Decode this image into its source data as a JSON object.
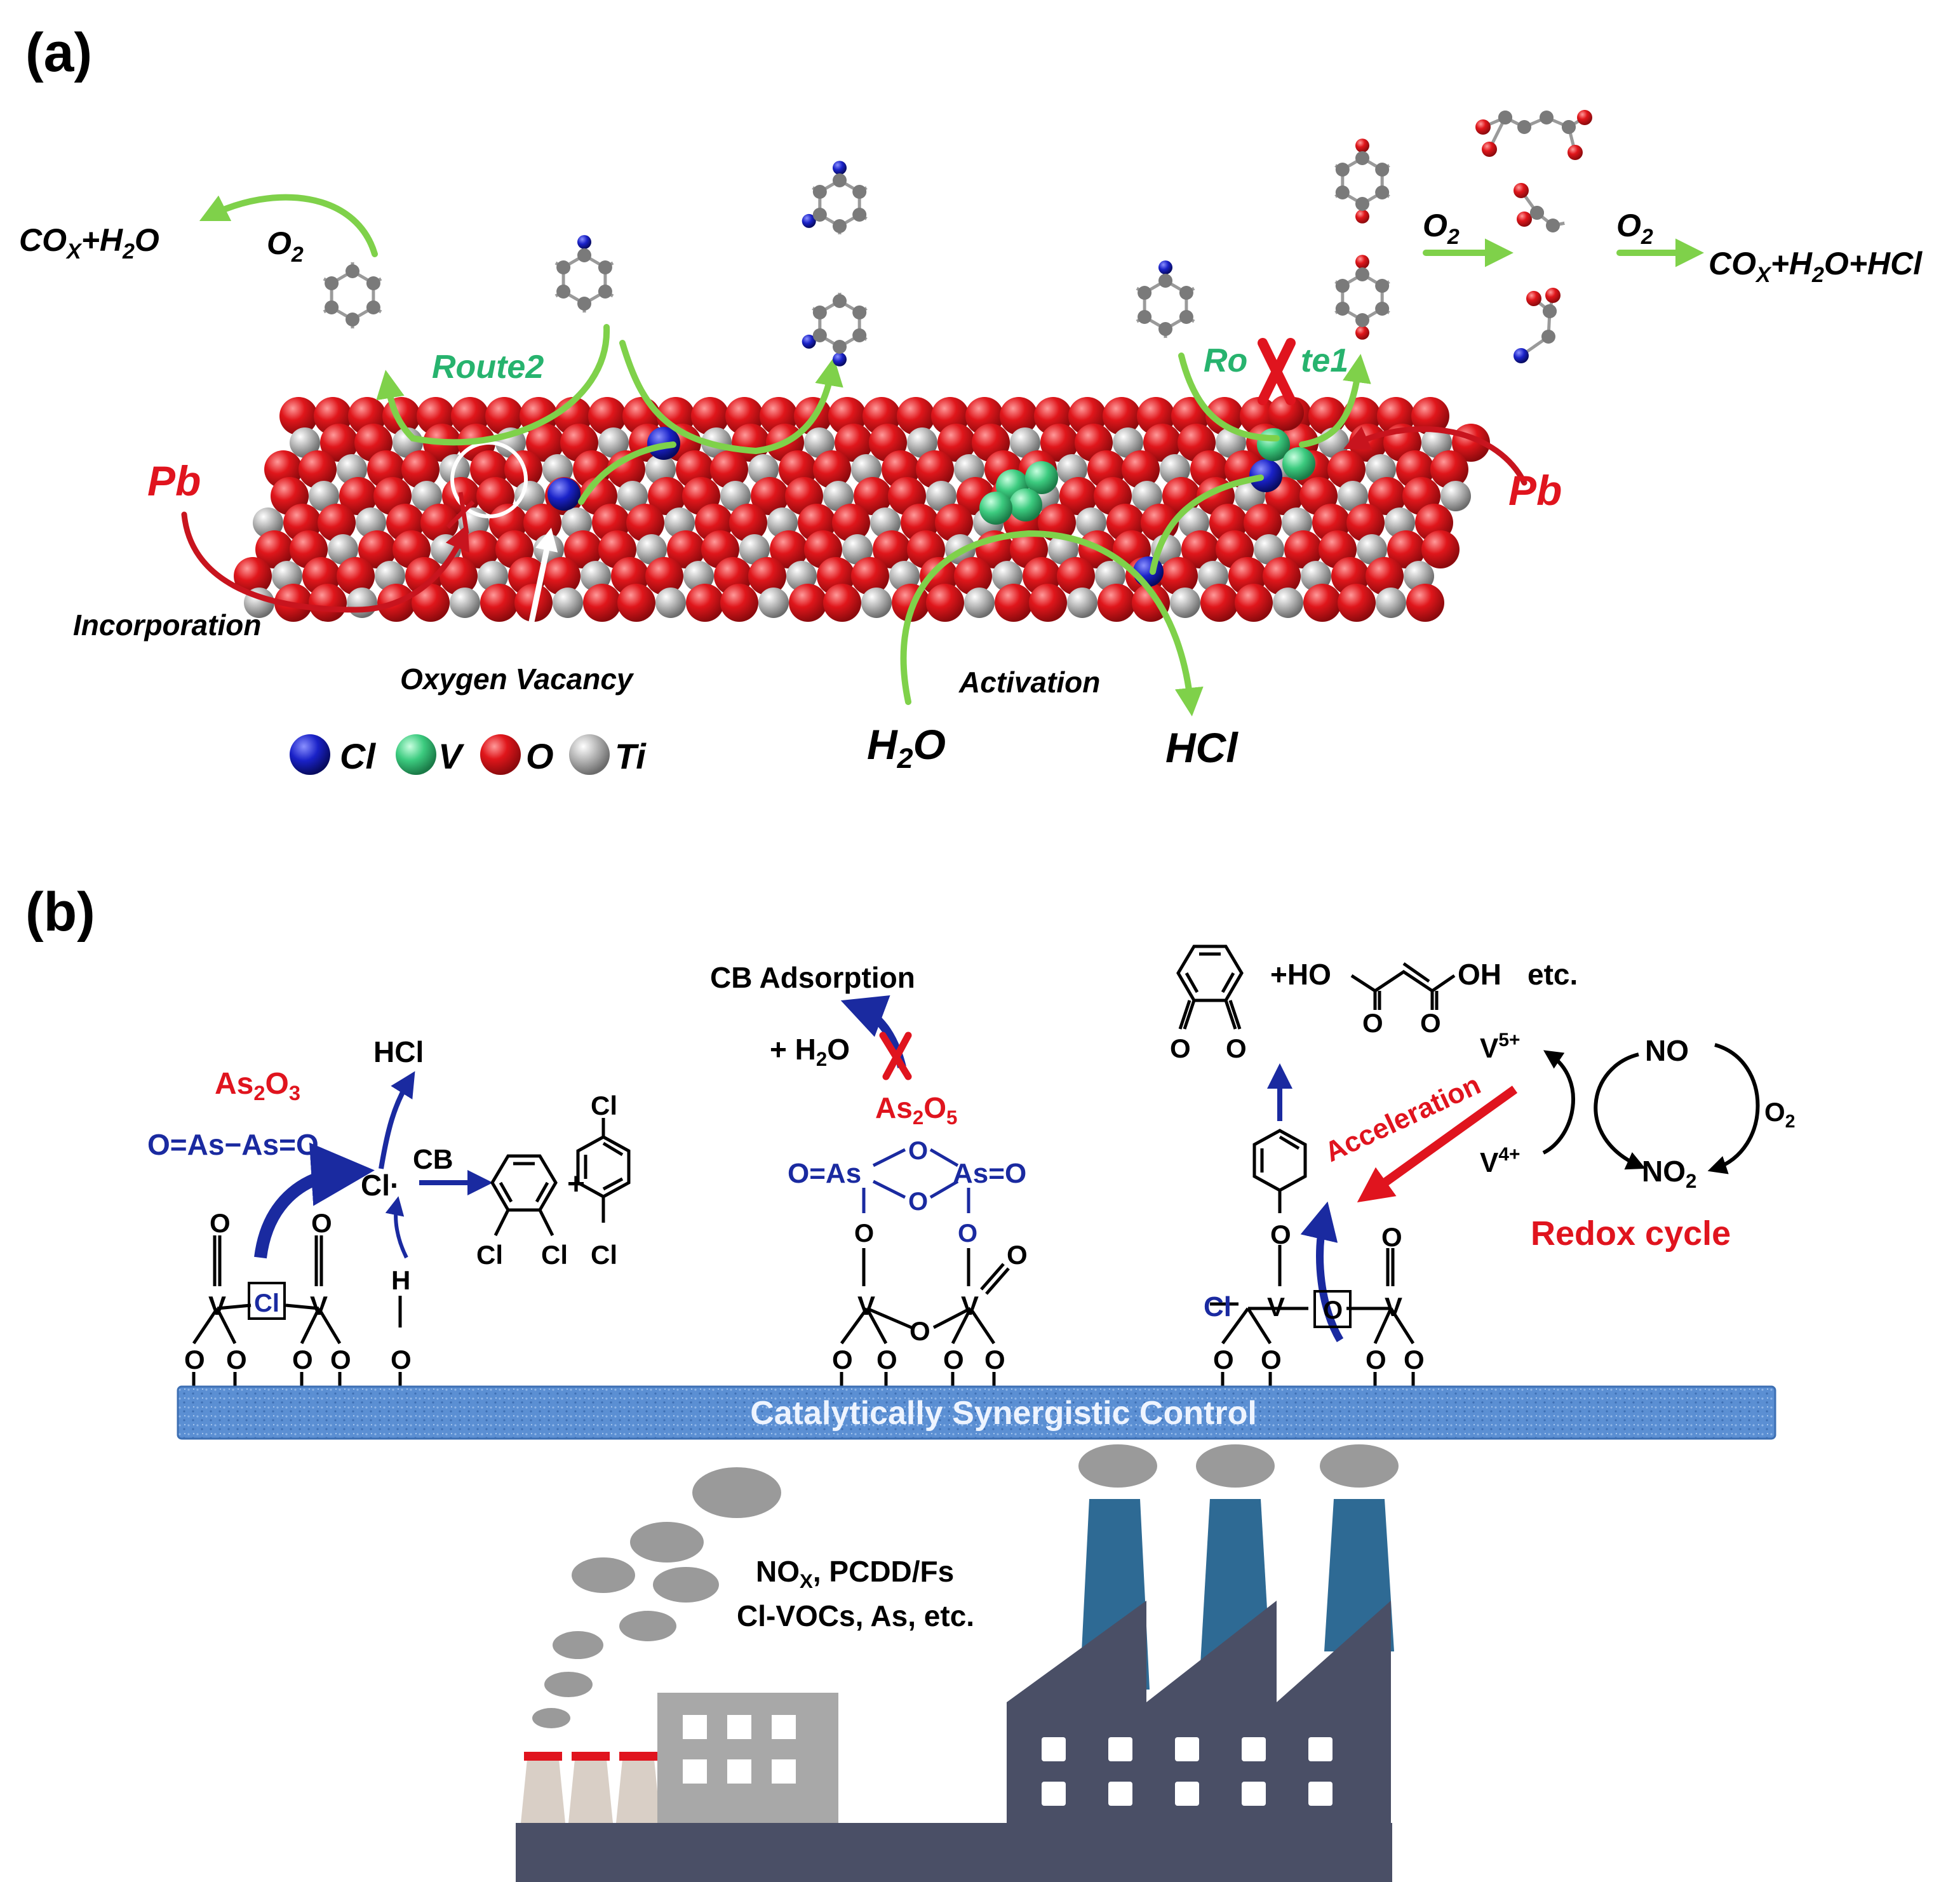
{
  "colors": {
    "oxygen": "#e0161b",
    "titanium": "#b5b5b5",
    "vanadium": "#3ccb7f",
    "chlorine": "#1a22c8",
    "route_arrow": "#7fd14a",
    "pb_arrow": "#c8141e",
    "route_text": "#27b36e",
    "red_text": "#e0141e",
    "blue_struct": "#1a2aa0",
    "catalyst_bar": "#5b8fd3",
    "factory": "#4a4f66",
    "chimney_blue": "#2e6a94",
    "building_grey": "#a8a8a8",
    "stack_beige": "#d9cfc6",
    "stack_cap": "#e0141e",
    "smoke": "#9a9a9a"
  },
  "panel_a": {
    "label": "(a)",
    "cox_h2o": {
      "co": "CO",
      "x": "X",
      "plus": "+H",
      "two": "2",
      "o": "O"
    },
    "o2_left": {
      "o": "O",
      "two": "2"
    },
    "route2": "Route2",
    "route1_left": "Ro",
    "route1_right": "te1",
    "pb_left": "Pb",
    "pb_right": "Pb",
    "incorporation": "Incorporation",
    "oxygen_vacancy": "Oxygen Vacancy",
    "activation": "Activation",
    "h2o": {
      "h": "H",
      "two": "2",
      "o": "O"
    },
    "hcl": "HCl",
    "o2_mid": {
      "o": "O",
      "two": "2"
    },
    "o2_mid2": {
      "o": "O",
      "two": "2"
    },
    "cox_h2o_hcl": {
      "co": "CO",
      "x": "X",
      "rest1": "+H",
      "two": "2",
      "rest2": "O+HCl"
    },
    "legend": [
      {
        "symbol": "Cl",
        "color": "#1a22c8"
      },
      {
        "symbol": "V",
        "color": "#3ccb7f"
      },
      {
        "symbol": "O",
        "color": "#e0161b"
      },
      {
        "symbol": "Ti",
        "color": "#b5b5b5"
      }
    ]
  },
  "panel_b": {
    "label": "(b)",
    "as2o3": {
      "as": "As",
      "two": "2",
      "o": "O",
      "three": "3"
    },
    "as_chain": "O=As−As=O",
    "hcl": "HCl",
    "cl_dot": "Cl·",
    "cb": "CB",
    "cl_square": "Cl",
    "ho_label": "H",
    "cl_sub": "Cl",
    "cb_adsorption": "CB Adsorption",
    "plus_h2o": {
      "p": "+ H",
      "two": "2",
      "o": "O"
    },
    "as2o5": {
      "as": "As",
      "two": "2",
      "o": "O",
      "five": "5"
    },
    "as2o5_as_left": "O=As",
    "as2o5_as_right": "As=O",
    "v_atom": "V",
    "o_atom": "O",
    "plus_ho": "+HO",
    "oh": "OH",
    "etc": "etc.",
    "acceleration": "Acceleration",
    "cl_left": "Cl",
    "v5": {
      "v": "V",
      "sup": "5+"
    },
    "v4": {
      "v": "V",
      "sup": "4+"
    },
    "no": "NO",
    "no2": {
      "no": "NO",
      "two": "2"
    },
    "o2": {
      "o": "O",
      "two": "2"
    },
    "redox_cycle": "Redox cycle",
    "catalyst_bar": "Catalytically Synergistic Control",
    "pollutants_line1": {
      "no": "NO",
      "x": "X",
      "rest": ", PCDD/Fs"
    },
    "pollutants_line2": "Cl-VOCs, As, etc."
  }
}
